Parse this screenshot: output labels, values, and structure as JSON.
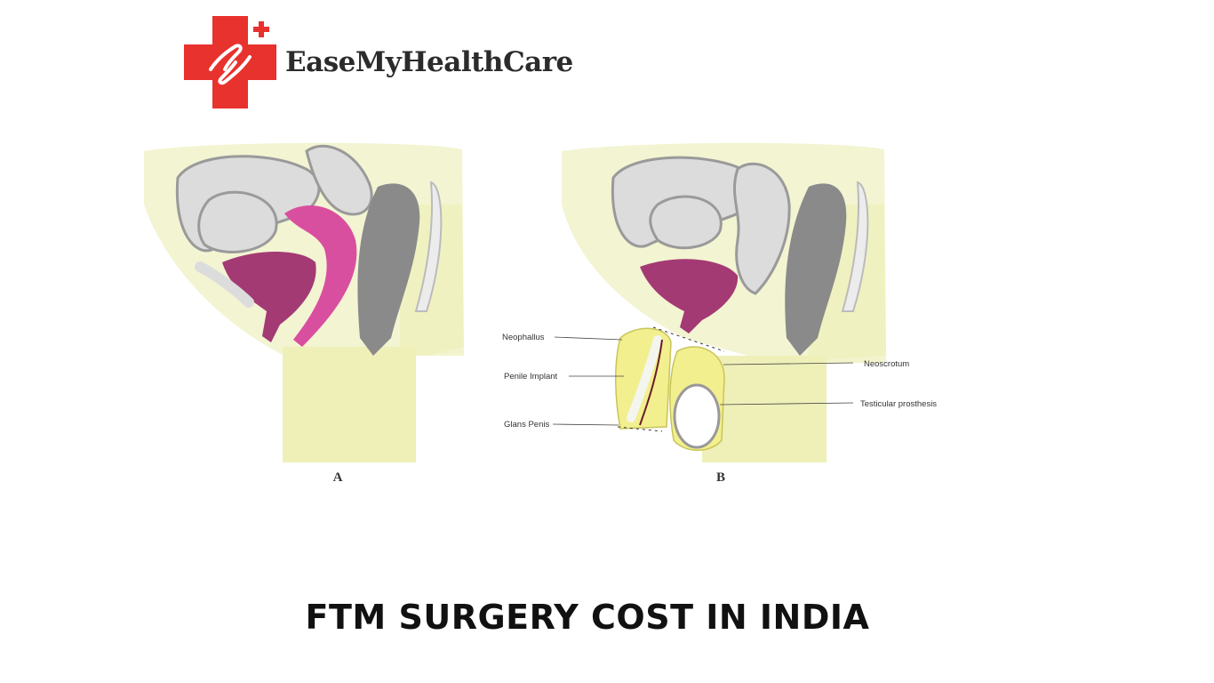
{
  "brand": {
    "name": "EaseMyHealthCare",
    "logo_icon": "medical-cross-hands-icon",
    "colors": {
      "cross": "#e8322d",
      "text": "#2b2b2b"
    }
  },
  "figure": {
    "panel_a_label": "A",
    "panel_b_label": "B",
    "callouts": {
      "neophallus": "Neophallus",
      "penile_implant": "Penile Implant",
      "glans_penis": "Glans Penis",
      "neoscrotum": "Neoscrotum",
      "testicular_prosthesis": "Testicular prosthesis"
    },
    "colors": {
      "skin": "#f3f4d2",
      "body_yellow": "#eef0b8",
      "bowel": "#dcdcdc",
      "rectum": "#8a8a8a",
      "bladder": "#a33a74",
      "uterus": "#d94fa0",
      "scrotum": "#f2ef8e"
    }
  },
  "page_title": "FTM SURGERY COST IN INDIA"
}
